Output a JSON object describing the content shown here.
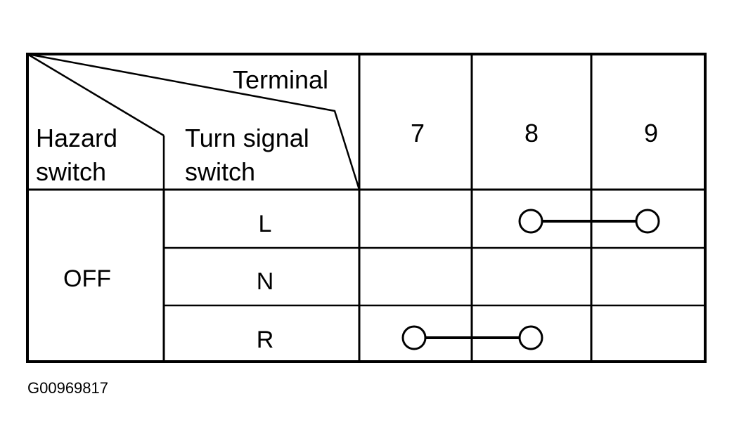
{
  "table": {
    "header": {
      "terminal_label": "Terminal",
      "hazard_label_line1": "Hazard",
      "hazard_label_line2": "switch",
      "turn_label_line1": "Turn signal",
      "turn_label_line2": "switch",
      "terminals": [
        "7",
        "8",
        "9"
      ]
    },
    "hazard_state": "OFF",
    "rows": [
      {
        "position": "L",
        "connected_terminals": [
          "8",
          "9"
        ]
      },
      {
        "position": "N",
        "connected_terminals": []
      },
      {
        "position": "R",
        "connected_terminals": [
          "7",
          "8"
        ]
      }
    ]
  },
  "figure_code": "G00969817",
  "colors": {
    "line": "#000000",
    "background": "#ffffff"
  }
}
